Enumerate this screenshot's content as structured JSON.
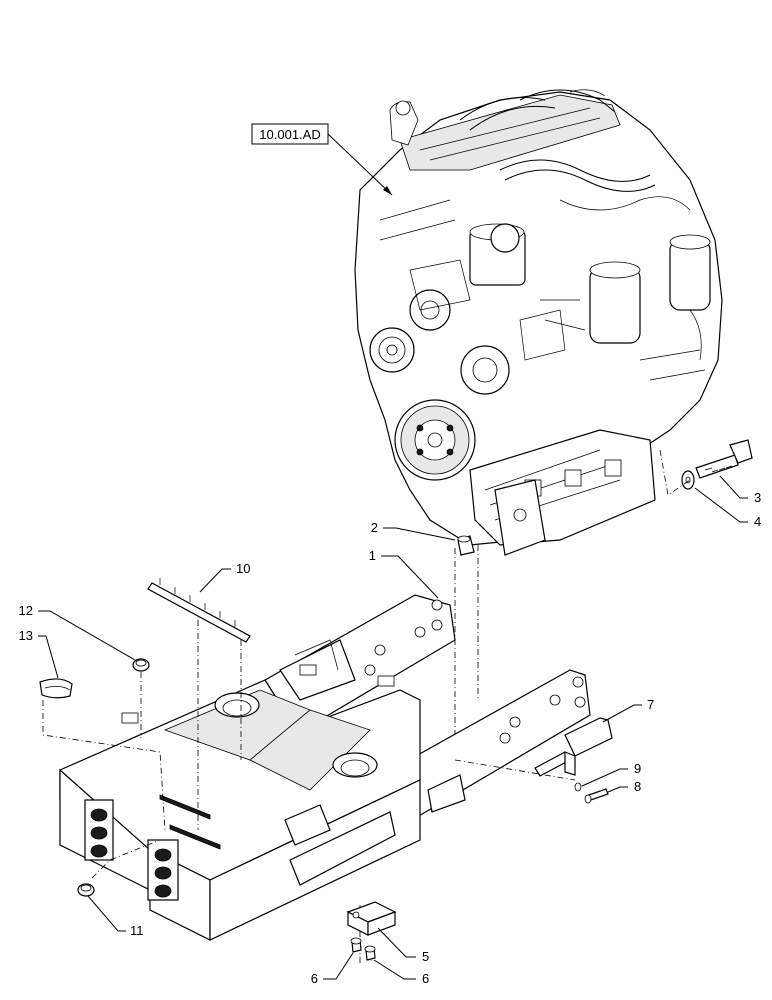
{
  "reference": {
    "label": "10.001.AD"
  },
  "callouts": [
    {
      "id": "1",
      "text": "1"
    },
    {
      "id": "2",
      "text": "2"
    },
    {
      "id": "3",
      "text": "3"
    },
    {
      "id": "4",
      "text": "4"
    },
    {
      "id": "5",
      "text": "5"
    },
    {
      "id": "6a",
      "text": "6"
    },
    {
      "id": "6b",
      "text": "6"
    },
    {
      "id": "7",
      "text": "7"
    },
    {
      "id": "8",
      "text": "8"
    },
    {
      "id": "9",
      "text": "9"
    },
    {
      "id": "10",
      "text": "10"
    },
    {
      "id": "11",
      "text": "11"
    },
    {
      "id": "12",
      "text": "12"
    },
    {
      "id": "13",
      "text": "13"
    }
  ]
}
